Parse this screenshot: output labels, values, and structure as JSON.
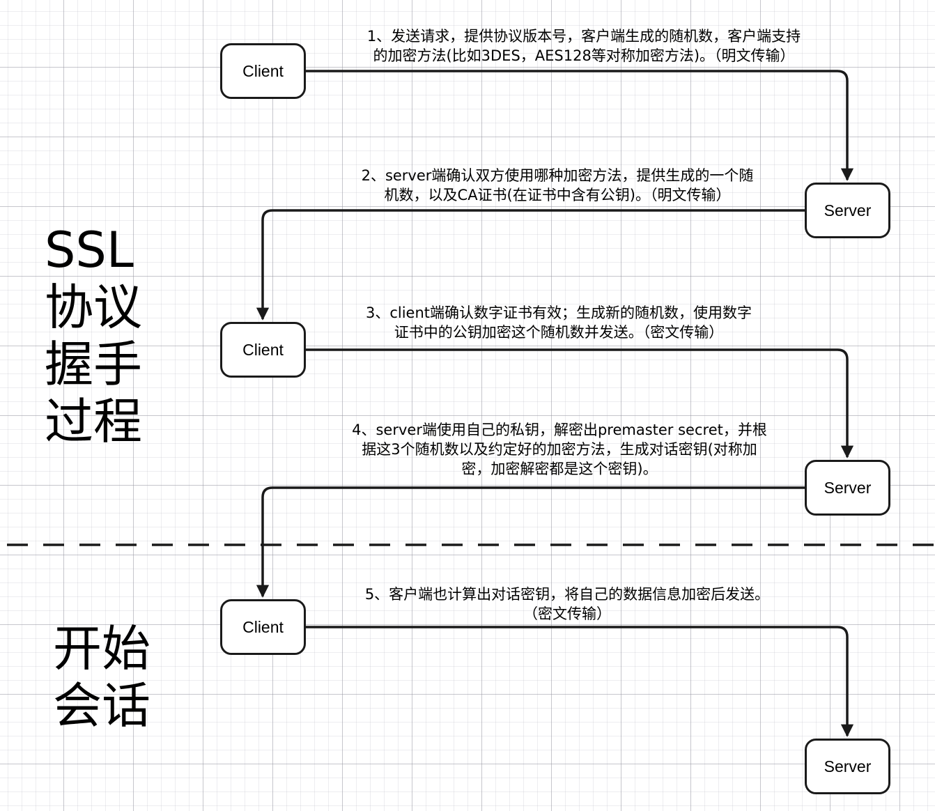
{
  "sections": {
    "handshake": [
      "SSL",
      "协议",
      "握手",
      "过程"
    ],
    "session": [
      "开始",
      "会话"
    ]
  },
  "nodes": {
    "client1": "Client",
    "server1": "Server",
    "client2": "Client",
    "server2": "Server",
    "client3": "Client",
    "server3": "Server"
  },
  "steps": [
    {
      "lines": [
        "1、发送请求，提供协议版本号，客户端生成的随机数，客户端支持",
        "的加密方法(比如3DES，AES128等对称加密方法)。（明文传输）"
      ]
    },
    {
      "lines": [
        "2、server端确认双方使用哪种加密方法，提供生成的一个随",
        "机数，以及CA证书(在证书中含有公钥)。（明文传输）"
      ]
    },
    {
      "lines": [
        "3、client端确认数字证书有效；生成新的随机数，使用数字",
        "证书中的公钥加密这个随机数并发送。（密文传输）"
      ]
    },
    {
      "lines": [
        "4、server端使用自己的私钥，解密出premaster secret，并根",
        "据这3个随机数以及约定好的加密方法，生成对话密钥(对称加",
        "密，加密解密都是这个密钥)。"
      ]
    },
    {
      "lines": [
        "5、客户端也计算出对话密钥，将自己的数据信息加密后发送。",
        "（密文传输）"
      ]
    }
  ],
  "colors": {
    "line": "#1a1a1a",
    "grid": "#9696a0",
    "background": "#ffffff"
  }
}
